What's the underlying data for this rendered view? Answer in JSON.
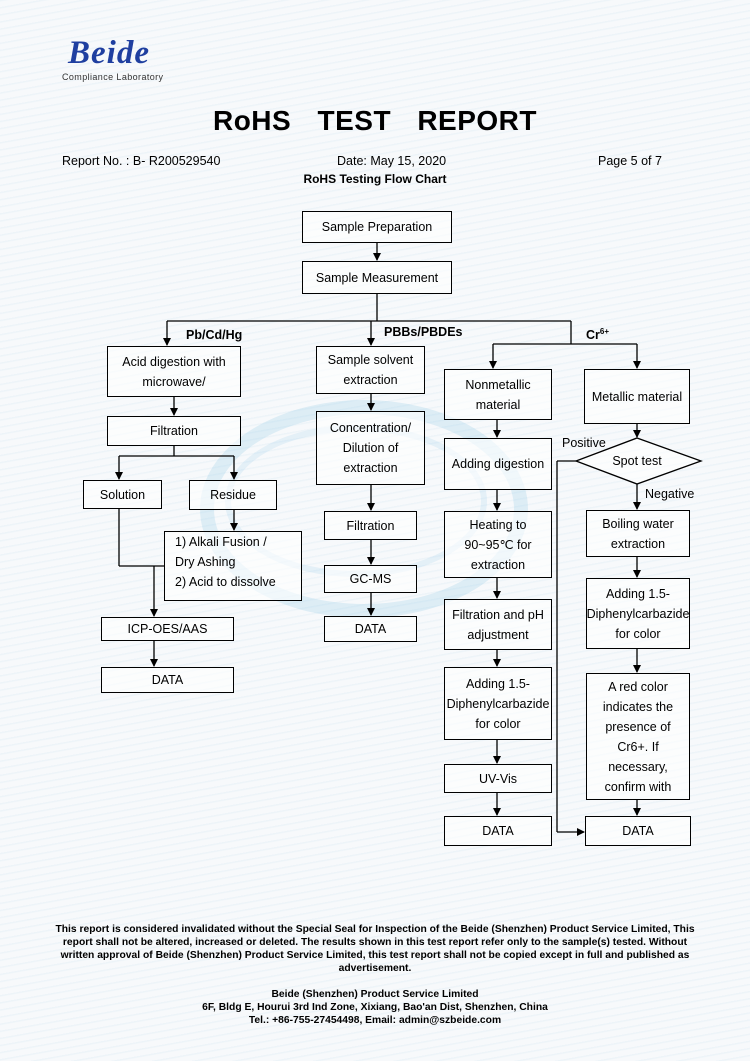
{
  "header": {
    "logo_name": "Beide",
    "logo_sub": "Compliance Laboratory",
    "report_title": "RoHS TEST REPORT",
    "report_no": "Report No. : B- R200529540",
    "date": "Date: May 15, 2020",
    "page": "Page 5 of 7",
    "chart_title": "RoHS Testing Flow Chart"
  },
  "flowchart": {
    "top": {
      "sample_preparation": "Sample Preparation",
      "sample_measurement": "Sample Measurement"
    },
    "branch_labels": {
      "pb_cd_hg": "Pb/Cd/Hg",
      "pbbs_pbdes": "PBBs/PBDEs",
      "cr6": "Cr",
      "cr6_sup": "6+"
    },
    "pb_branch": {
      "acid_digestion": "Acid digestion with microwave/",
      "filtration": "Filtration",
      "solution": "Solution",
      "residue": "Residue",
      "fusion_line1": "1) Alkali Fusion /",
      "fusion_line2": "Dry Ashing",
      "fusion_line3": "2) Acid to dissolve",
      "icp": "ICP-OES/AAS",
      "data": "DATA"
    },
    "pbb_branch": {
      "solvent_extraction": "Sample solvent extraction",
      "concentration": "Concentration/ Dilution of extraction",
      "filtration": "Filtration",
      "gcms": "GC-MS",
      "data": "DATA"
    },
    "cr_nonmetal": {
      "nonmetallic": "Nonmetallic material",
      "adding_digestion": "Adding digestion",
      "heating": "Heating to 90~95℃ for extraction",
      "filtration_ph": "Filtration and pH adjustment",
      "adding_dpc": "Adding 1.5-Diphenylcarbazide for color",
      "uvvis": "UV-Vis",
      "data": "DATA"
    },
    "cr_metal": {
      "metallic": "Metallic material",
      "spot_test": "Spot test",
      "positive": "Positive",
      "negative": "Negative",
      "boiling": "Boiling water extraction",
      "adding_dpc": "Adding 1.5-Diphenylcarbazide for color",
      "red_color": "A red color indicates the presence of Cr6+. If necessary, confirm with",
      "data": "DATA"
    }
  },
  "footer": {
    "disclaimer": "This report is considered invalidated without the Special Seal for Inspection of the Beide (Shenzhen) Product Service Limited, This report shall not be altered, increased or deleted. The results shown in this test report refer only to the sample(s) tested. Without written approval of Beide (Shenzhen) Product Service Limited, this test report shall not be copied except in full and published as advertisement.",
    "company": "Beide (Shenzhen) Product Service Limited",
    "address": "6F, Bldg E, Hourui 3rd Ind Zone, Xixiang, Bao'an Dist, Shenzhen, China",
    "contact": "Tel.: +86-755-27454498, Email: admin@szbeide.com"
  }
}
